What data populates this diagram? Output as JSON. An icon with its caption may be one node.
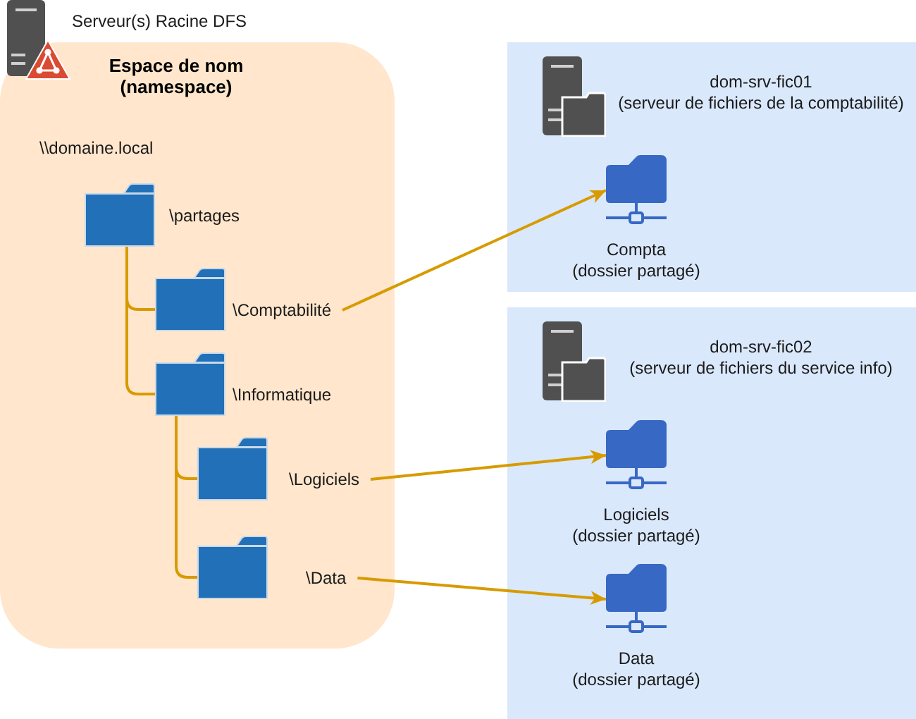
{
  "diagram": {
    "nodes": [
      {
        "text": [
          "Espace de nom (namespace)"
        ]
      },
      {
        "text": [
          "\\partages"
        ],
        "in": 0
      },
      {
        "text": [
          "\\Comptabilité"
        ],
        "in": 0
      },
      {
        "text": [
          "\\Informatique"
        ],
        "in": 0
      },
      {
        "text": [
          "\\Logiciels"
        ],
        "in": 0
      },
      {
        "text": [
          "\\Data"
        ],
        "in": 0
      },
      {
        "text": [
          "dom-srv-fic01",
          "(serveur de fichiers de la comptabilité)"
        ]
      },
      {
        "text": [],
        "shape": "picture",
        "in": 6,
        "beside": [
          "Compta",
          "(dossier partagé)"
        ]
      },
      {
        "text": [
          "dom-srv-fic02",
          "(serveur de fichiers du service info)"
        ]
      },
      {
        "text": [],
        "shape": "picture",
        "in": 8,
        "beside": [
          "Logiciels",
          "(dossier partagé)"
        ]
      },
      {
        "text": [],
        "shape": "picture",
        "in": 8,
        "beside": [
          "Data",
          "(dossier partagé)"
        ]
      }
    ],
    "edges": [
      {
        "from": 1,
        "to": 2,
        "arrow": "none"
      },
      {
        "from": 1,
        "to": 3,
        "arrow": "none"
      },
      {
        "from": 3,
        "to": 4,
        "arrow": "none"
      },
      {
        "from": 3,
        "to": 5,
        "arrow": "none"
      },
      {
        "from": 2,
        "to": 7,
        "arrow": "to"
      },
      {
        "from": 4,
        "to": 9,
        "arrow": "to"
      },
      {
        "from": 5,
        "to": 10,
        "arrow": "to"
      }
    ],
    "labels": [
      "Serveur(s) Racine DFS",
      "\\\\domaine.local"
    ]
  }
}
